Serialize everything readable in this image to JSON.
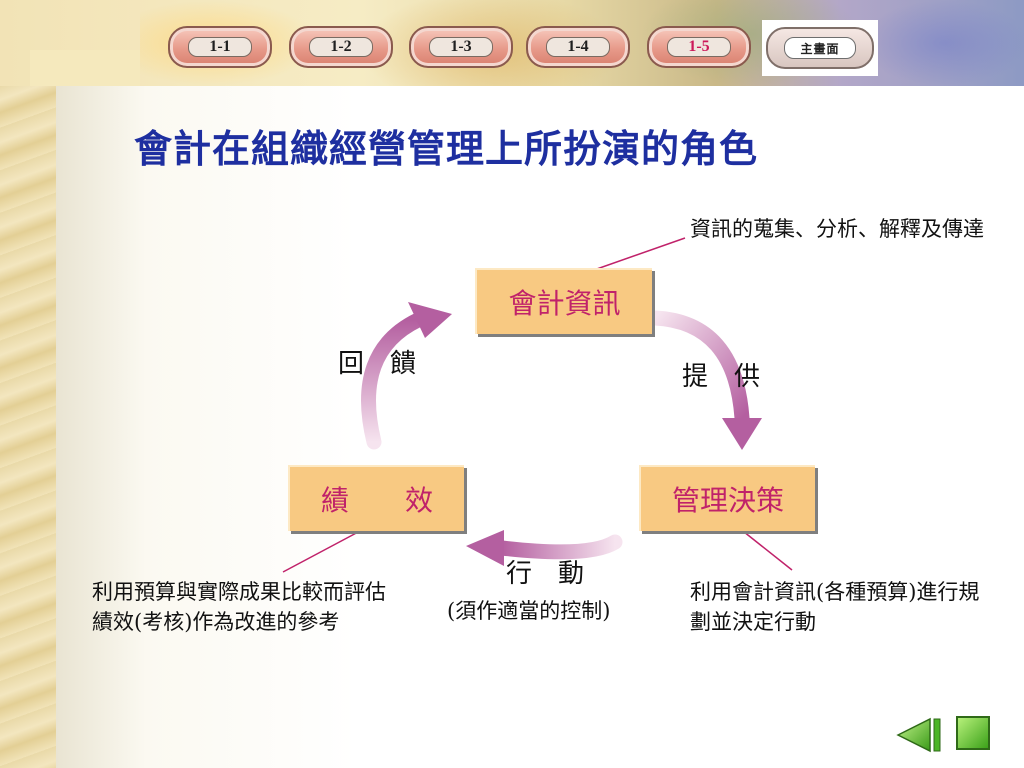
{
  "nav": {
    "items": [
      {
        "id": "1-1",
        "label": "1-1"
      },
      {
        "id": "1-2",
        "label": "1-2"
      },
      {
        "id": "1-3",
        "label": "1-3"
      },
      {
        "id": "1-4",
        "label": "1-4"
      },
      {
        "id": "1-5",
        "label": "1-5",
        "active": true
      }
    ],
    "home_label": "主畫面",
    "active_color": "#cc1a5a",
    "prev_icon": "green-left-arrow-icon",
    "next_icon": "green-square-icon"
  },
  "title": "會計在組織經營管理上所扮演的角色",
  "diagram": {
    "nodes": {
      "accounting_info": "會計資訊",
      "management_decision": "管理決策",
      "performance": "績　　效"
    },
    "edges": {
      "provide": "提　供",
      "action": "行　動",
      "feedback": "回　饋"
    },
    "action_note": "(須作適當的控制)",
    "callouts": {
      "info": "資訊的蒐集、分析、解釋及傳達",
      "decision": "利用會計資訊(各種預算)進行規劃並決定行動",
      "performance": "利用預算與實際成果比較而評估績效(考核)作為改進的參考"
    },
    "colors": {
      "node_fill": "#f8c982",
      "node_text": "#c0226a",
      "arrow": "#c06aa8",
      "callout_line": "#c0226a"
    }
  }
}
